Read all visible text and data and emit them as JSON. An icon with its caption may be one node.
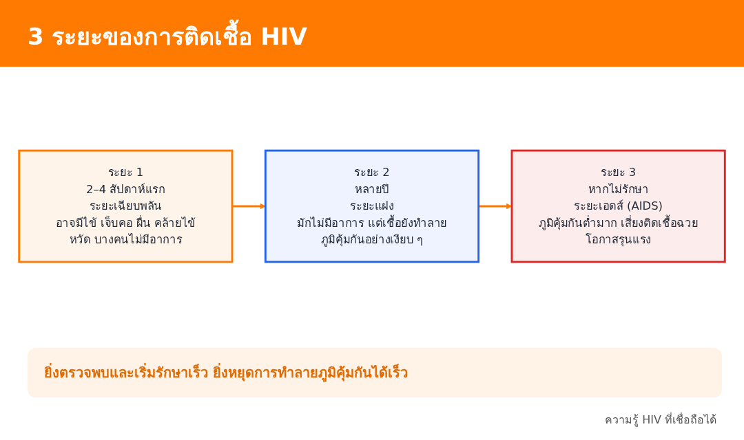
{
  "diagram": {
    "title": "3 ระยะของการติดเชื้อ HIV",
    "nodes": [
      {
        "text": [
          "ระยะ 1",
          "2–4 สัปดาห์แรก",
          "ระยะเฉียบพลัน",
          "อาจมีไข้ เจ็บคอ ผื่น คล้ายไข้หวัด บางคนไม่มีอาการ"
        ]
      },
      {
        "text": [
          "ระยะ 2",
          "หลายปี",
          "ระยะแฝง",
          "มักไม่มีอาการ แต่เชื้อยังทำลายภูมิคุ้มกันอย่างเงียบ ๆ"
        ]
      },
      {
        "text": [
          "ระยะ 3",
          "หากไม่รักษา",
          "ระยะเอดส์ (AIDS)",
          "ภูมิคุ้มกันต่ำมาก เสี่ยงติดเชื้อฉวยโอกาสรุนแรง"
        ]
      }
    ],
    "edges": [
      {
        "from": 0,
        "to": 1,
        "arrow": "to"
      },
      {
        "from": 1,
        "to": 2,
        "arrow": "to"
      }
    ],
    "labels": [
      "ยิ่งตรวจพบและเริ่มรักษาเร็ว ยิ่งหยุดการทำลายภูมิคุ้มกันได้เร็ว",
      "ความรู้ HIV ที่เชื่อถือได้"
    ]
  }
}
